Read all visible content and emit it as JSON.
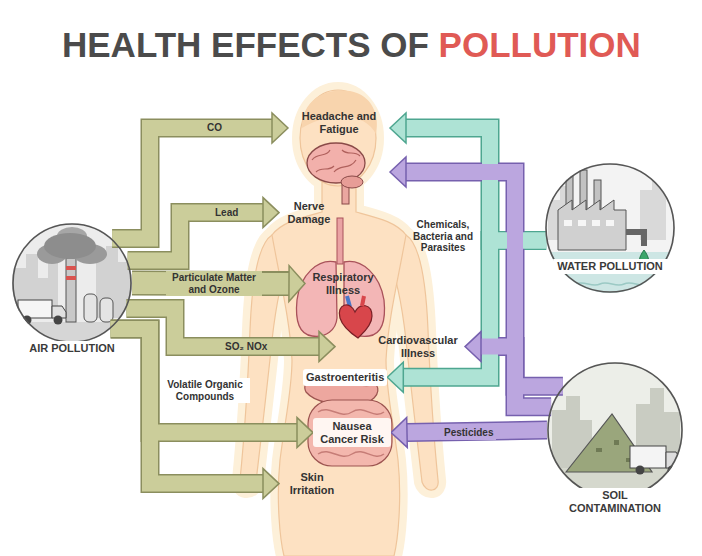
{
  "diagram": {
    "title": "HEALTH EFFECTS OF POLLUTION",
    "nodes": [
      {
        "text": [
          "Headache and Fatigue"
        ]
      },
      {
        "text": [
          "Nerve Damage"
        ]
      },
      {
        "text": [
          "WATER POLLUTION"
        ]
      },
      {
        "text": [
          "Respiratory Illness"
        ]
      },
      {
        "text": [
          "AIR POLLUTION"
        ]
      },
      {
        "text": [
          "Cardiovascular Illness"
        ]
      },
      {
        "text": [
          "Gastroenteritis"
        ]
      },
      {
        "text": [
          "Nausea Cancer Risk"
        ]
      },
      {
        "text": [
          "SOIL CONTAMINATION"
        ]
      },
      {
        "text": [
          "Skin Irritation"
        ]
      }
    ],
    "edges": [
      {
        "from": 4,
        "to": 0,
        "label": "CO",
        "arrow": "to"
      },
      {
        "from": 4,
        "to": 1,
        "label": "Lead",
        "arrow": "to"
      },
      {
        "from": 4,
        "to": 3,
        "label": "Particulate Matter and Ozone",
        "arrow": "to"
      },
      {
        "from": 4,
        "to": 5,
        "label": "SO₂ NOx",
        "arrow": "to"
      },
      {
        "from": 4,
        "to": 7,
        "label": "Volatile Organic Compounds",
        "arrow": "to"
      },
      {
        "from": 4,
        "to": 9,
        "arrow": "to"
      },
      {
        "from": 2,
        "to": 0,
        "label": "Chemicals, Bacteria and Parasites",
        "arrow": "to"
      },
      {
        "from": 2,
        "to": 6,
        "arrow": "to"
      },
      {
        "from": 8,
        "to": 0,
        "arrow": "to"
      },
      {
        "from": 8,
        "to": 5,
        "arrow": "to"
      },
      {
        "from": 8,
        "to": 7,
        "label": "Pesticides",
        "arrow": "to"
      }
    ]
  }
}
